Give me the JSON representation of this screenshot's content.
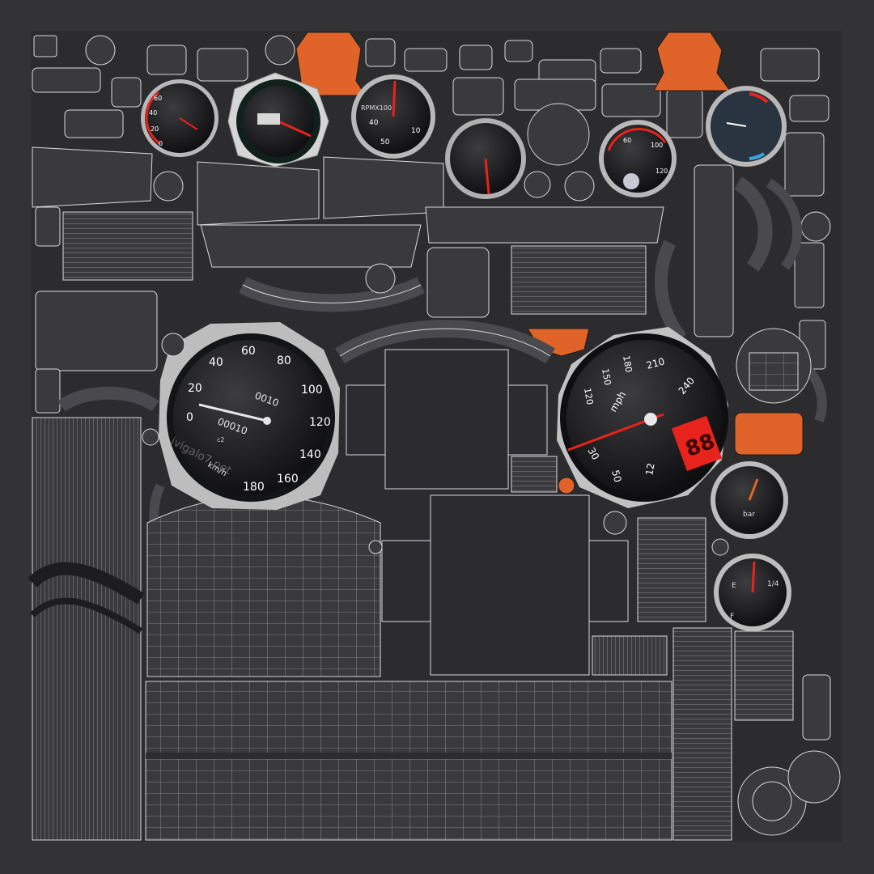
{
  "canvas": {
    "background": "#333335",
    "atlas_fill": "#2b2b2e",
    "wire_color": "#d9d9d9",
    "accent_orange": "#e0642a",
    "needle_red": "#e8231c",
    "display_red": "#e8231c"
  },
  "speedometer_left": {
    "ticks": [
      "0",
      "20",
      "40",
      "60",
      "80",
      "100",
      "120",
      "140",
      "160",
      "180"
    ],
    "odometer": "0010",
    "trip": "00010",
    "small_text": "c2",
    "unit": "km/h",
    "watermark": "ivigalo7.net"
  },
  "speedometer_right": {
    "ticks": [
      "210",
      "240",
      "30",
      "50",
      "12"
    ],
    "left_ticks": [
      "120",
      "150",
      "180"
    ],
    "unit": "mph",
    "digital_readout": "88"
  },
  "top_gauges": {
    "g1_ticks": [
      "60",
      "40",
      "20",
      "0"
    ],
    "g3_label": "RPMX100",
    "g3_ticks": [
      "40",
      "50",
      "10"
    ],
    "g5_ticks": [
      "60",
      "100",
      "120"
    ]
  },
  "small_gauges": {
    "oil_unit": "bar",
    "fuel_marks": [
      "F",
      "1/4",
      "E"
    ]
  }
}
